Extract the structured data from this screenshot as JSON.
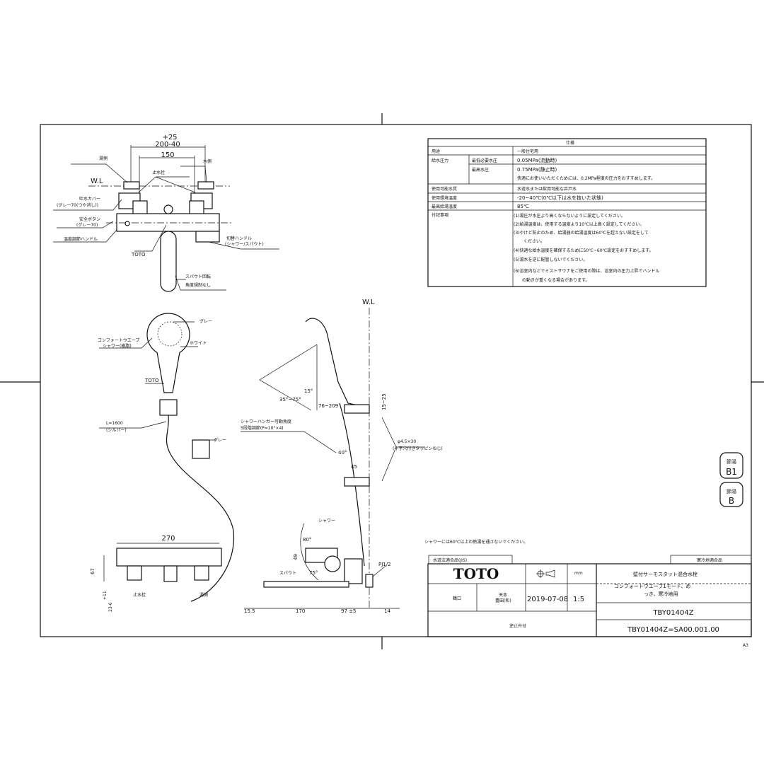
{
  "spec_table": {
    "title": "仕様",
    "rows": [
      {
        "label": "用途",
        "value": "一般住宅用"
      },
      {
        "label": "給水圧力",
        "sub1": "最低必要水圧",
        "value1": "0.05MPa(流動時)",
        "sub2": "最高水圧",
        "value2": "0.75MPa(静止時)",
        "note": "快適にお使いいただくためには、0.2MPa程度の圧力をおすすめします。"
      },
      {
        "label": "使用可能水質",
        "value": "水道水または飲用可能な井戸水"
      },
      {
        "label": "使用環境温度",
        "value": "-20~40℃(0℃以下は水を抜いた状態)"
      },
      {
        "label": "最高給湯温度",
        "value": "85℃"
      },
      {
        "label": "付記事項",
        "notes": [
          "(1)湯圧が水圧より高くならないように設定してください。",
          "(2)給湯温度は、使用する温度より10℃以上高く設定してください。",
          "(3)やけど防止のため、給湯器の給湯温度は60℃を超えない設定をして",
          "ください。",
          "(4)快適な給水温度を確保するために50℃~60℃設定をおすすめします。",
          "(5)湯水を逆に配管しないでください。",
          "(6)浴室内などでミストサウナをご使用の際は、浴室内の圧力上昇でハンドル",
          "の動きが重くなる場合があります。"
        ]
      }
    ]
  },
  "top_view": {
    "dim_tol": "+25",
    "dim_outer": "200-40",
    "dim_inner": "150",
    "wl": "W.L",
    "labels": {
      "hot": "湯側",
      "stop_valve": "止水栓",
      "cold": "水側",
      "cover": "吐水カバー",
      "cover_spec": "(グレー70(つや消し))",
      "safety": "安全ボタン",
      "safety_spec": "(グレー70)",
      "temp_handle": "温度調節ハンドル",
      "logo": "TOTO",
      "switch_handle": "切替ハンドル",
      "switch_spec": "(シャワー/スパウト)",
      "spout1": "スパウト回転",
      "spout2": "角度規制なし"
    }
  },
  "shower_view": {
    "name1": "コンフォートウエーブ",
    "name2": "シャワー(樹脂)",
    "gray": "グレー",
    "white": "ホワイト",
    "logo": "TOTO",
    "hose": "L=1600",
    "hose_spec": "(シルバー)",
    "hanger_gray": "グレー"
  },
  "front_view": {
    "width": "270",
    "height": "67",
    "d1": "+11",
    "d2": "23-6",
    "stop_valve": "止水栓",
    "hot": "湯側"
  },
  "side_view": {
    "wl": "W.L",
    "a15": "15°",
    "a3575": "35°~75°",
    "d76": "76~209",
    "d1525": "15~25",
    "hanger1": "シャワーハンガー可動角度",
    "hanger2": "5段階調節(P=10°×4)",
    "screw": "φ4.5×30",
    "screw_spec": "(十字穴付きタッピンねじ)",
    "a40": "40°",
    "d45": "45",
    "shower": "シャワー",
    "a80": "80°",
    "d49": "49",
    "a75": "75°",
    "spout": "スパウト",
    "pj": "PJ1/2",
    "b155": "15.5",
    "b170": "170",
    "b97": "97 ±5",
    "b14": "14"
  },
  "badges": [
    {
      "top": "節湯",
      "bottom": "B1"
    },
    {
      "top": "節湯",
      "bottom": "B"
    }
  ],
  "warning": "シャワーには60℃以上の熱湯を通さないでください。",
  "title_block": {
    "jis": "水道法適合品(JIS)",
    "cold_region": "寒冷地適合品",
    "logo": "TOTO",
    "unit": "mm",
    "date": "2019-07-08",
    "scale": "1:5",
    "name1": "壁付サーモスタット混合水栓",
    "name2": "コンフォートウエーブ1モード、め",
    "name3": "っき、寒冷地用",
    "model": "TBY01404Z",
    "drawing_no": "TBY01404Z=SA00.001.00",
    "cell1": "鶴口",
    "cell2a": "天本",
    "cell2b": "豊田(和)",
    "notice": "逆止弁付",
    "sheet": "A3"
  }
}
